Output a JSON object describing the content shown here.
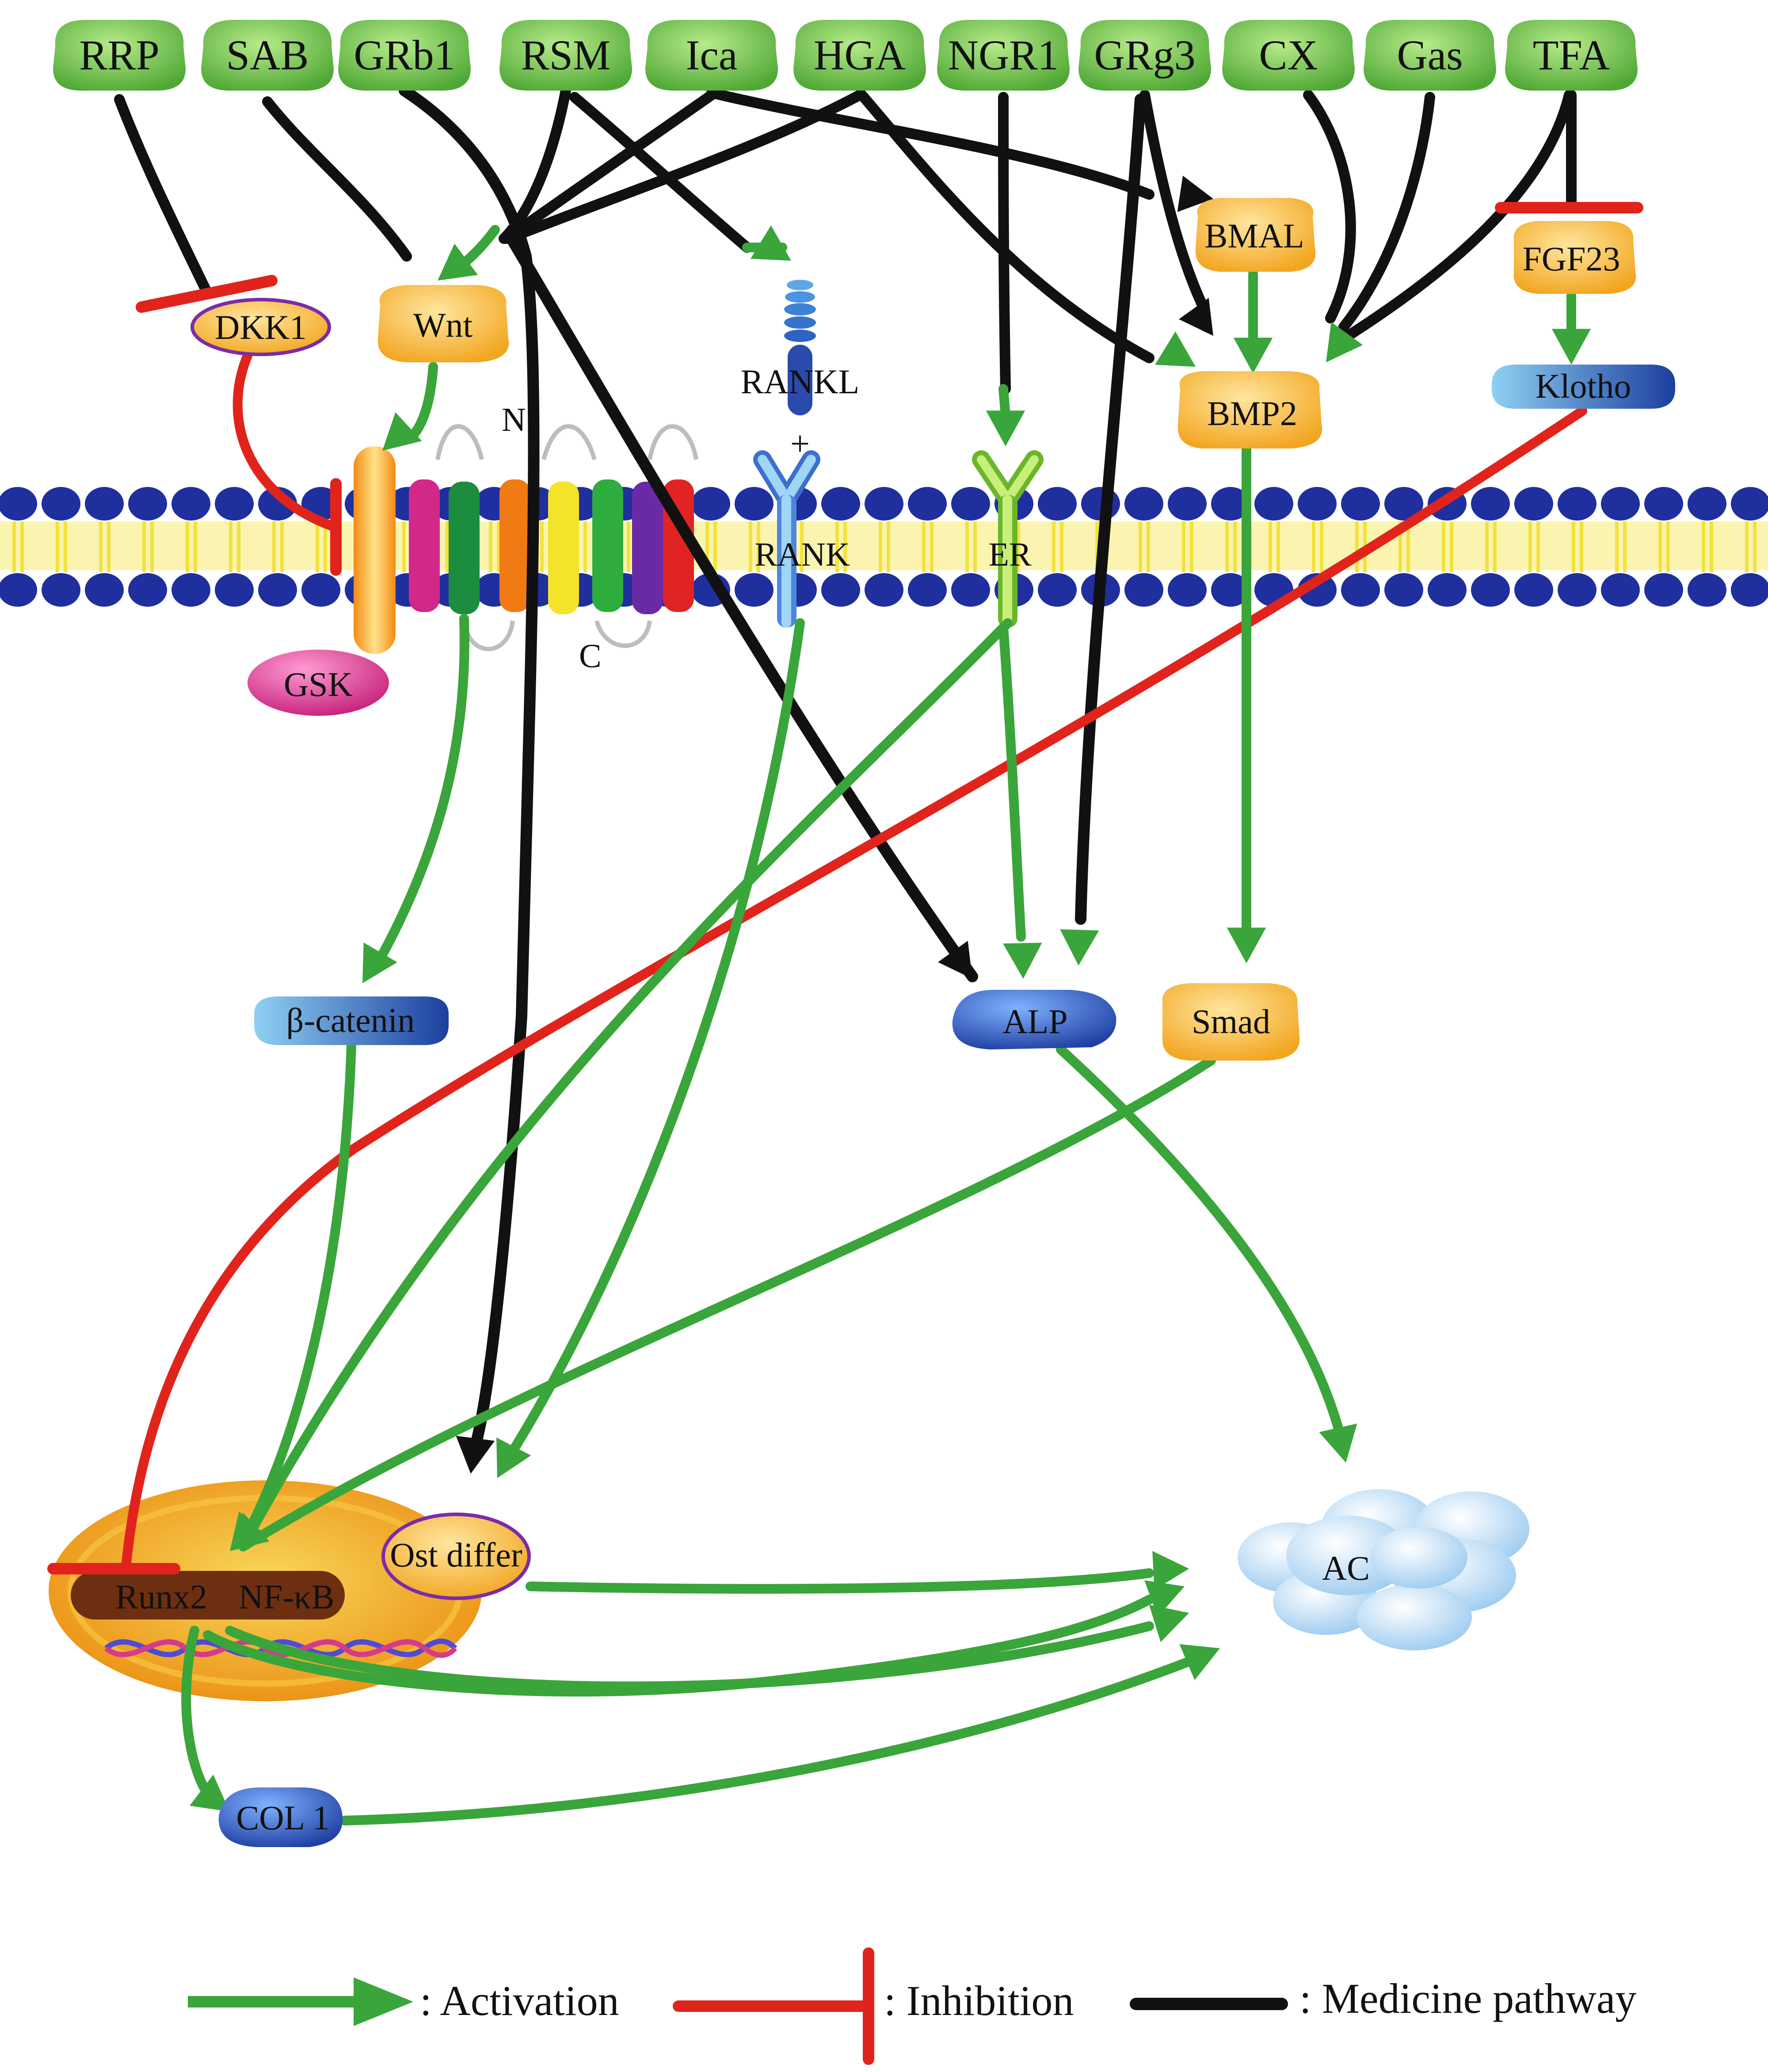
{
  "medicines": [
    "RRP",
    "SAB",
    "GRb1",
    "RSM",
    "Ica",
    "HGA",
    "NGR1",
    "GRg3",
    "CX",
    "Gas",
    "TFA"
  ],
  "targets": {
    "bmal": "BMAL",
    "fgf23": "FGF23",
    "dkk1": "DKK1",
    "wnt": "Wnt",
    "rankl": "RANKL",
    "plus": "+",
    "bmp2": "BMP2",
    "klotho": "Klotho",
    "rank": "RANK",
    "er": "ER",
    "n_terminal": "N",
    "c_terminal": "C",
    "gsk": "GSK",
    "beta_catenin": "β-catenin",
    "alp": "ALP",
    "smad": "Smad",
    "ost_differ": "Ost differ",
    "runx2": "Runx2",
    "nfkb": "NF-κB",
    "ac": "AC",
    "col1": "COL 1"
  },
  "legend": {
    "activation": ": Activation",
    "inhibition": ": Inhibition",
    "medicine": ": Medicine pathway"
  },
  "colors": {
    "activation": "#3aa53a",
    "inhibition": "#e0241c",
    "medicine": "#111111",
    "medicine_node": "#6cc04a",
    "orange_node": "#f7b733",
    "blue_node": "#3a6fd8",
    "membrane": "#1f2f9e",
    "lipid_tail": "#f3e23a"
  }
}
